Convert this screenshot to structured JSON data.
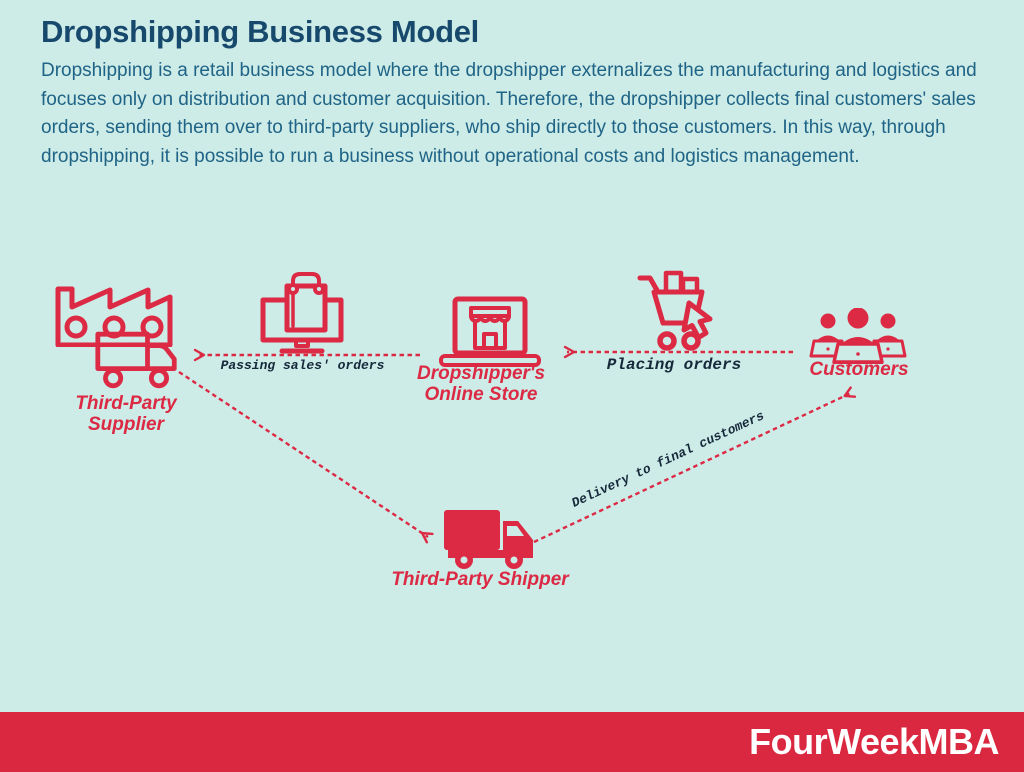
{
  "header": {
    "title": "Dropshipping Business Model",
    "description": "Dropshipping is a retail business model where the dropshipper externalizes the manufacturing and logistics and focuses only on distribution and customer acquisition. Therefore, the dropshipper collects final customers' sales orders, sending them over to third-party suppliers, who ship directly to those customers. In this way, through dropshipping, it is possible to run a business without operational costs and logistics management."
  },
  "diagram": {
    "nodes": [
      {
        "id": "third-party-supplier",
        "label": "Third-Party Supplier",
        "icon": "factory-and-truck-icon"
      },
      {
        "id": "dropshipper-online-store",
        "label": "Dropshipper's Online Store",
        "icon": "laptop-storefront-icon"
      },
      {
        "id": "customers",
        "label": "Customers",
        "icon": "people-at-laptops-icon"
      },
      {
        "id": "third-party-shipper",
        "label": "Third-Party Shipper",
        "icon": "delivery-truck-icon"
      }
    ],
    "flows": [
      {
        "label": "Passing sales' orders",
        "from": "dropshipper-online-store",
        "to": "third-party-supplier"
      },
      {
        "label": "Placing orders",
        "from": "customers",
        "to": "dropshipper-online-store"
      },
      {
        "label": "Delivery to final customers",
        "from": "third-party-shipper",
        "to": "customers"
      }
    ]
  },
  "footer": {
    "brand": "FourWeekMBA"
  },
  "colors": {
    "background": "#cdebe7",
    "accent": "#dc2a45",
    "title_text": "#17496d",
    "body_text": "#1f6486",
    "flow_label_text": "#16293b",
    "footer_bg": "#da2840",
    "footer_text": "#ffffff"
  }
}
